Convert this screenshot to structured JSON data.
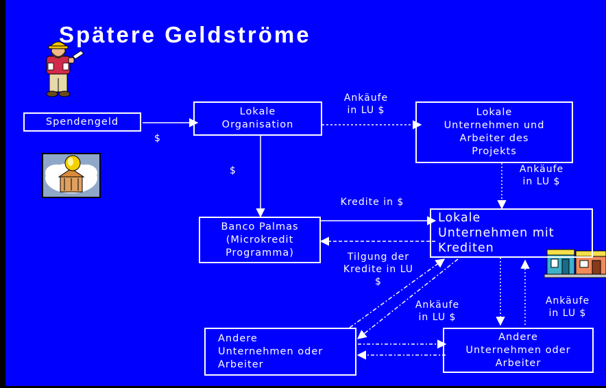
{
  "title": "Spätere Geldströme",
  "boxes": {
    "spendengeld": "Spendengeld",
    "lokale_organisation": "Lokale\nOrganisation",
    "lokale_unternehmen_projekt": "Lokale\nUnternehmen und\nArbeiter des\nProjekts",
    "banco_palmas": "Banco Palmas\n(Microkredit\nProgramma)",
    "lokale_unternehmen_kredite": "Lokale\nUnternehmen mit\nKrediten",
    "andere_links": "Andere\nUnternehmen oder\nArbeiter",
    "andere_rechts": "Andere\nUnternehmen oder\nArbeiter"
  },
  "labels": {
    "dollar_1": "$",
    "dollar_2": "$",
    "ankaeufe_top": "Ankäufe\nin LU $",
    "ankaeufe_right": "Ankäufe\nin LU $",
    "kredite_in_dollar": "Kredite in $",
    "tilgung": "Tilgung der\nKredite in LU\n$",
    "ankaeufe_middle": "Ankäufe\nin LU $",
    "ankaeufe_bottom_right": "Ankäufe\nin LU $"
  },
  "clipart": {
    "worker": "construction-worker-icon",
    "bank": "bank-coin-icon",
    "shops": "storefronts-icon"
  },
  "colors": {
    "background": "#0000ff",
    "foreground": "#ffffff"
  }
}
